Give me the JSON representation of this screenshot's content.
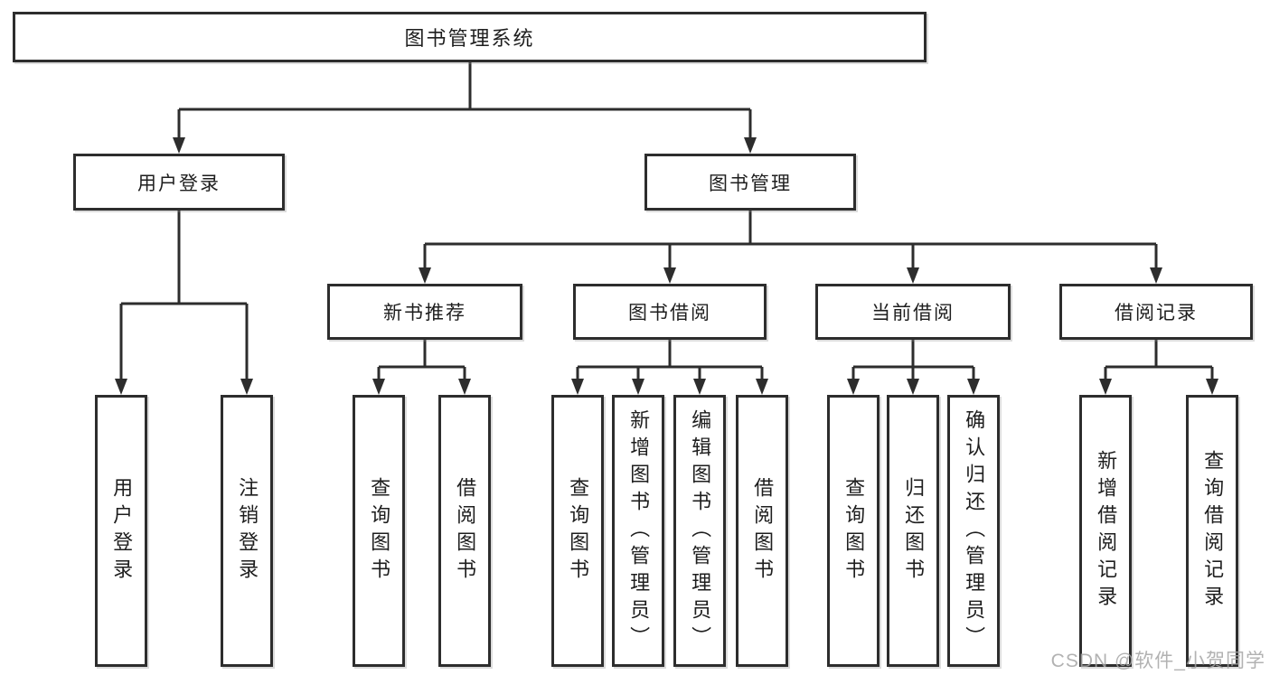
{
  "colors": {
    "line": "#2d2d2d",
    "box_border": "#2d2d2d",
    "box_background": "#ffffff",
    "text": "#1e1e1e",
    "watermark": "#a5a5a5"
  },
  "watermark": "CSDN @软件_小贺同学",
  "diagram": {
    "root": {
      "label": "图书管理系统"
    },
    "branches": [
      {
        "label": "用户登录",
        "children": [
          {
            "label": "用户登录"
          },
          {
            "label": "注销登录"
          }
        ]
      },
      {
        "label": "图书管理",
        "children": [
          {
            "label": "新书推荐",
            "children": [
              {
                "label": "查询图书"
              },
              {
                "label": "借阅图书"
              }
            ]
          },
          {
            "label": "图书借阅",
            "children": [
              {
                "label": "查询图书"
              },
              {
                "label": "新增图书（管理员）"
              },
              {
                "label": "编辑图书（管理员）"
              },
              {
                "label": "借阅图书"
              }
            ]
          },
          {
            "label": "当前借阅",
            "children": [
              {
                "label": "查询图书"
              },
              {
                "label": "归还图书"
              },
              {
                "label": "确认归还（管理员）"
              }
            ]
          },
          {
            "label": "借阅记录",
            "children": [
              {
                "label": "新增借阅记录"
              },
              {
                "label": "查询借阅记录"
              }
            ]
          }
        ]
      }
    ]
  }
}
